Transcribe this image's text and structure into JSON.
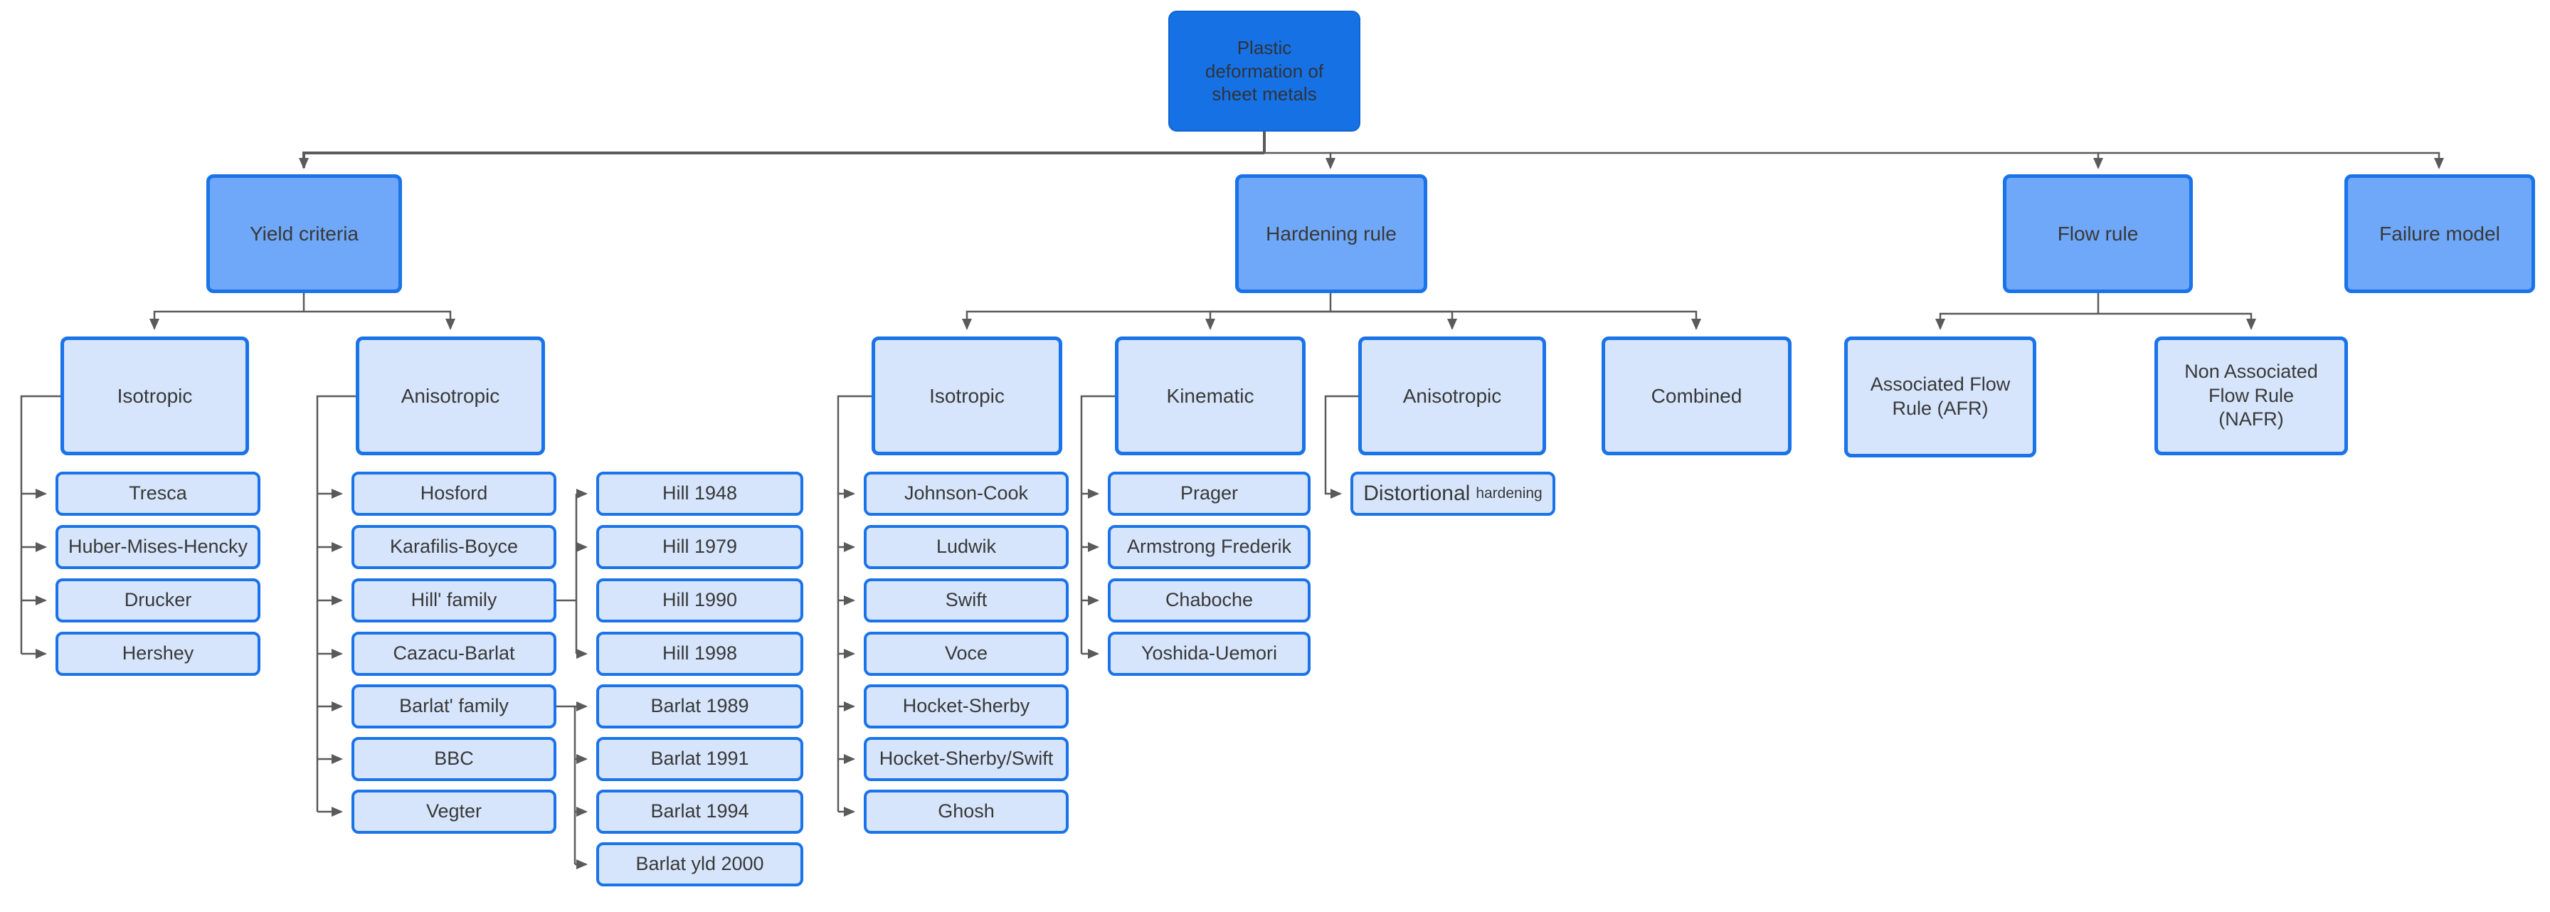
{
  "diagram_title": "Plastic deformation of sheet metals",
  "colors": {
    "root_fill": "#1672e4",
    "branch_fill": "#6fa8f8",
    "leaf_fill": "#d6e5fc",
    "node_border": "#1a73e8",
    "connector_line": "#5a5a5a",
    "text": "#383838"
  },
  "nodes": {
    "root": {
      "label": "Plastic deformation of sheet metals"
    },
    "yield": {
      "label": "Yield criteria"
    },
    "hardening": {
      "label": "Hardening rule"
    },
    "flow": {
      "label": "Flow rule"
    },
    "failure": {
      "label": "Failure model"
    },
    "y_iso": {
      "label": "Isotropic"
    },
    "y_aniso": {
      "label": "Anisotropic"
    },
    "h_iso": {
      "label": "Isotropic"
    },
    "h_kin": {
      "label": "Kinematic"
    },
    "h_aniso": {
      "label": "Anisotropic"
    },
    "h_comb": {
      "label": "Combined"
    },
    "afr": {
      "label": "Associated Flow Rule (AFR)"
    },
    "nafr": {
      "label": "Non Associated Flow Rule (NAFR)"
    },
    "tresca": {
      "label": "Tresca"
    },
    "hmh": {
      "label": "Huber-Mises-Hencky"
    },
    "drucker": {
      "label": "Drucker"
    },
    "hershey": {
      "label": "Hershey"
    },
    "hosford": {
      "label": "Hosford"
    },
    "karafilis": {
      "label": "Karafilis-Boyce"
    },
    "hill_family": {
      "label": "Hill' family"
    },
    "cazacu": {
      "label": "Cazacu-Barlat"
    },
    "barlat_family": {
      "label": "Barlat' family"
    },
    "bbc": {
      "label": "BBC"
    },
    "vegter": {
      "label": "Vegter"
    },
    "hill1948": {
      "label": "Hill 1948"
    },
    "hill1979": {
      "label": "Hill 1979"
    },
    "hill1990": {
      "label": "Hill 1990"
    },
    "hill1998": {
      "label": "Hill 1998"
    },
    "barlat1989": {
      "label": "Barlat 1989"
    },
    "barlat1991": {
      "label": "Barlat 1991"
    },
    "barlat1994": {
      "label": "Barlat 1994"
    },
    "barlatyld2000": {
      "label": "Barlat yld 2000"
    },
    "johnson": {
      "label": "Johnson-Cook"
    },
    "ludwik": {
      "label": "Ludwik"
    },
    "swift": {
      "label": "Swift"
    },
    "voce": {
      "label": "Voce"
    },
    "hocket": {
      "label": "Hocket-Sherby"
    },
    "hocketswift": {
      "label": "Hocket-Sherby/Swift"
    },
    "ghosh": {
      "label": "Ghosh"
    },
    "prager": {
      "label": "Prager"
    },
    "armstrong": {
      "label": "Armstrong Frederik"
    },
    "chaboche": {
      "label": "Chaboche"
    },
    "yoshida": {
      "label": "Yoshida-Uemori"
    },
    "distortional": {
      "label": "Distortional",
      "label_small": "hardening"
    }
  },
  "hierarchy": {
    "root": [
      "yield",
      "hardening",
      "flow",
      "failure"
    ],
    "yield": [
      "y_iso",
      "y_aniso"
    ],
    "hardening": [
      "h_iso",
      "h_kin",
      "h_aniso",
      "h_comb"
    ],
    "flow": [
      "afr",
      "nafr"
    ],
    "failure": [],
    "y_iso": [
      "tresca",
      "hmh",
      "drucker",
      "hershey"
    ],
    "y_aniso": [
      "hosford",
      "karafilis",
      "hill_family",
      "cazacu",
      "barlat_family",
      "bbc",
      "vegter"
    ],
    "hill_family": [
      "hill1948",
      "hill1979",
      "hill1990",
      "hill1998"
    ],
    "barlat_family": [
      "barlat1989",
      "barlat1991",
      "barlat1994",
      "barlatyld2000"
    ],
    "h_iso": [
      "johnson",
      "ludwik",
      "swift",
      "voce",
      "hocket",
      "hocketswift",
      "ghosh"
    ],
    "h_kin": [
      "prager",
      "armstrong",
      "chaboche",
      "yoshida"
    ],
    "h_aniso": [
      "distortional"
    ],
    "h_comb": []
  }
}
